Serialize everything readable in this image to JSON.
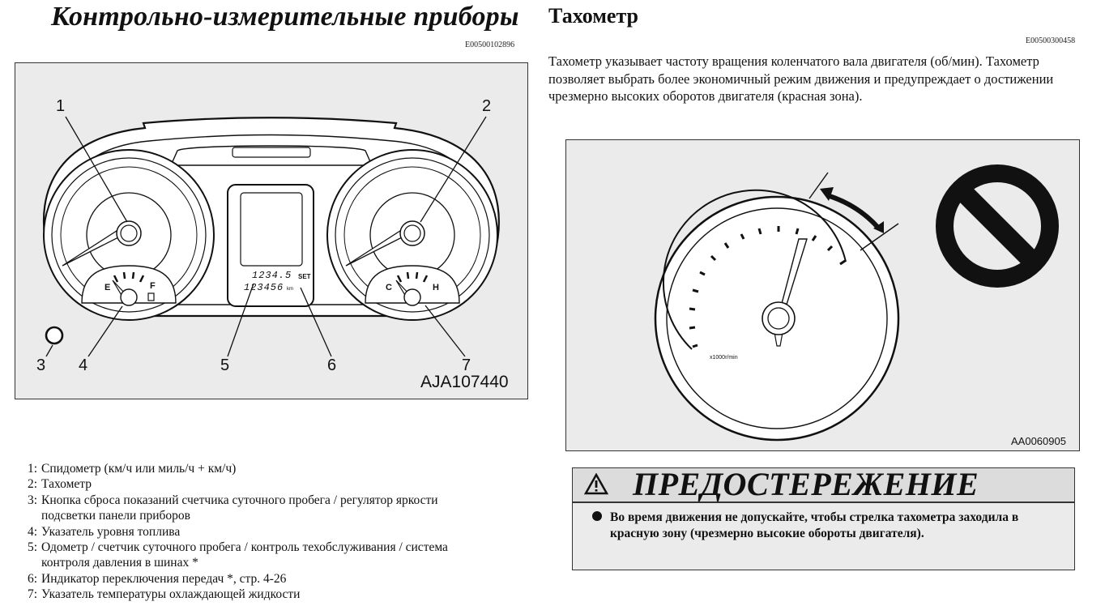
{
  "left": {
    "heading": "Контрольно-измерительные приборы",
    "code": "E00500102896",
    "figure": {
      "id": "AJA107440",
      "callouts": [
        "1",
        "2",
        "3",
        "4",
        "5",
        "6",
        "7"
      ],
      "display": {
        "trip": "1234.5",
        "odo": "123456",
        "unit": "km",
        "set": "SET"
      },
      "gauge_marks": {
        "e": "E",
        "f": "F",
        "c": "C",
        "h": "H"
      }
    },
    "legend": [
      {
        "n": "1:",
        "text": "Спидометр (км/ч или миль/ч + км/ч)"
      },
      {
        "n": "2:",
        "text": "Тахометр"
      },
      {
        "n": "3:",
        "text": "Кнопка сброса показаний счетчика суточного пробега / регулятор яркости подсветки панели приборов"
      },
      {
        "n": "4:",
        "text": "Указатель уровня топлива"
      },
      {
        "n": "5:",
        "text": "Одометр / счетчик суточного пробега / контроль техобслуживания / система контроля давления в шинах *"
      },
      {
        "n": "6:",
        "text": "Индикатор переключения передач *, стр. 4-26"
      },
      {
        "n": "7:",
        "text": "Указатель температуры охлаждающей жидкости"
      }
    ]
  },
  "right": {
    "heading": "Тахометр",
    "code": "E00500300458",
    "paragraph": "Тахометр указывает частоту вращения коленчатого вала двигателя (об/мин). Тахометр позволяет выбрать более экономичный режим движения и предупреждает о достижении чрезмерно высоких оборотов двигателя (красная зона).",
    "figure": {
      "id": "AA0060905",
      "scale_label": "x1000r/min"
    },
    "warning": {
      "title": "ПРЕДОСТЕРЕЖЕНИЕ",
      "text": "Во время движения не допускайте, чтобы стрелка тахометра заходила в красную зону (чрезмерно высокие обороты двигателя)."
    }
  }
}
